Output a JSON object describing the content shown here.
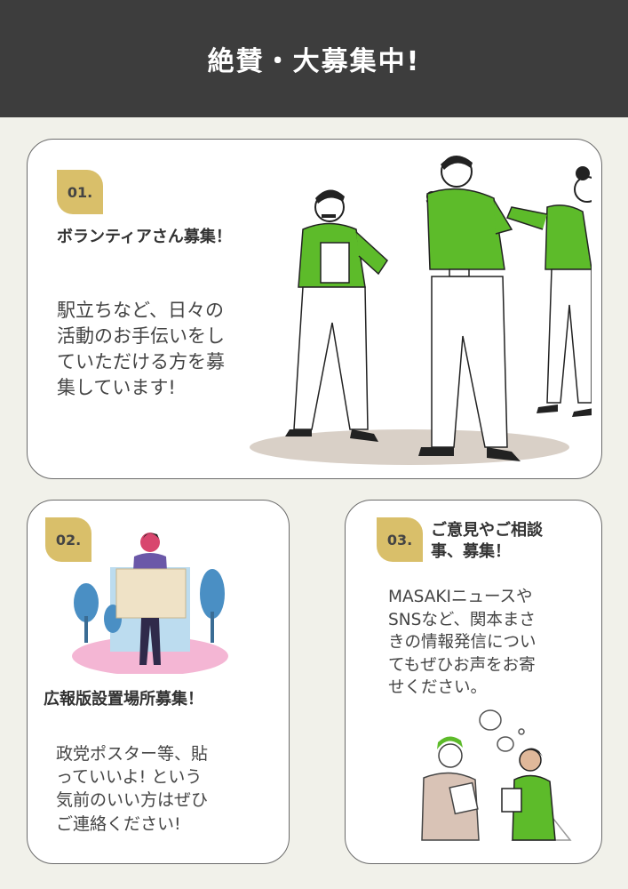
{
  "header": {
    "title": "絶賛・大募集中!"
  },
  "cards": [
    {
      "badge": "01.",
      "title": "ボランティアさん募集！",
      "body": [
        "駅立ちなど、日々の",
        "活動のお手伝いをし",
        "ていただける方を募",
        "集しています!"
      ]
    },
    {
      "badge": "02.",
      "title": "広報版設置場所募集！",
      "body": [
        "政党ポスター等、貼",
        "っていいよ! という",
        "気前のいい方はぜひ",
        "ご連絡ください!"
      ]
    },
    {
      "badge": "03.",
      "title_lines": [
        "ご意見やご相談",
        "事、募集！"
      ],
      "body": [
        "MASAKIニュースや",
        "SNSなど、関本まさ",
        "きの情報発信につい",
        "てもぜひお声をお寄",
        "せください。"
      ]
    }
  ],
  "colors": {
    "header_bg": "#3d3d3d",
    "accent": "#d9bf6a",
    "green": "#5dbb2a",
    "background": "#f1f1ea"
  }
}
